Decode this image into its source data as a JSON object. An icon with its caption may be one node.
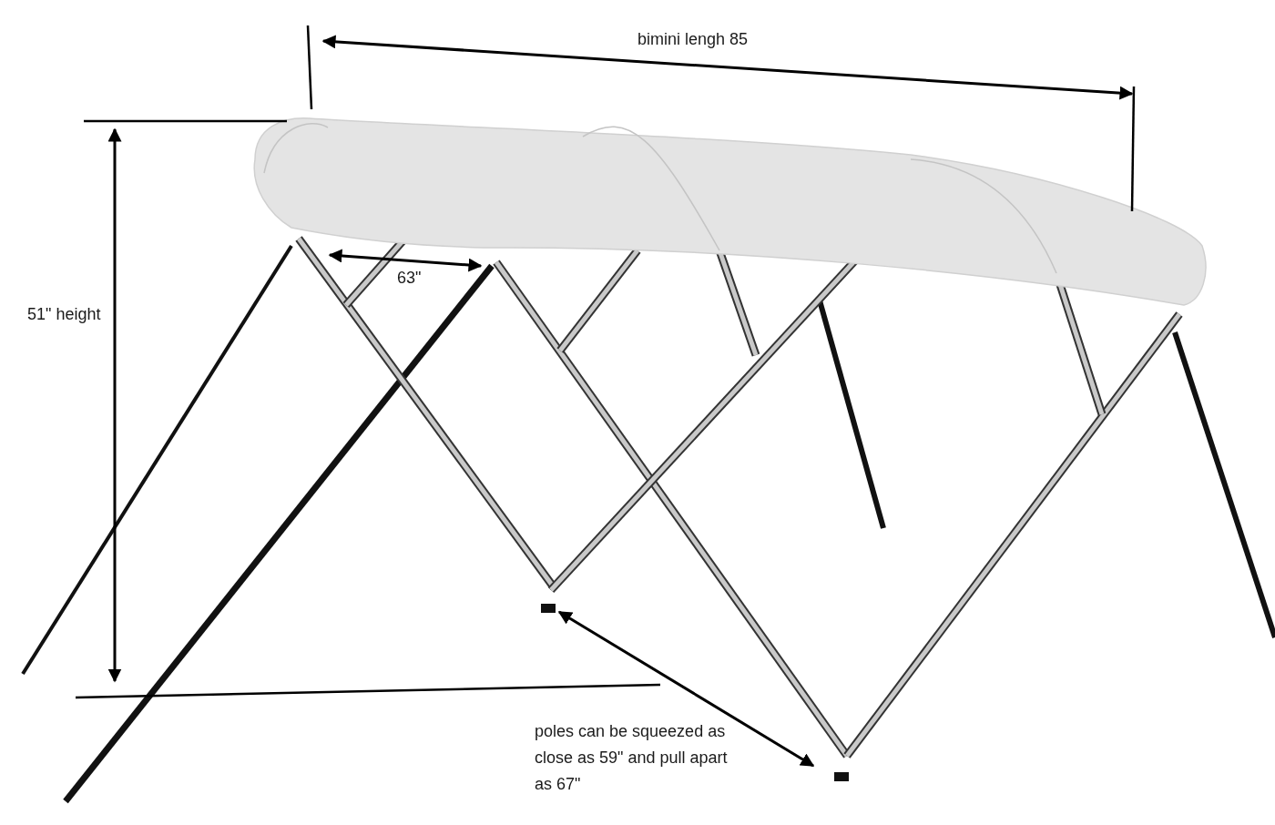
{
  "diagram": {
    "labels": [
      "bimini lengh 85",
      "63\"",
      "51\" height",
      "poles can be squeezed as close as 59\" and pull apart as 67\""
    ]
  }
}
